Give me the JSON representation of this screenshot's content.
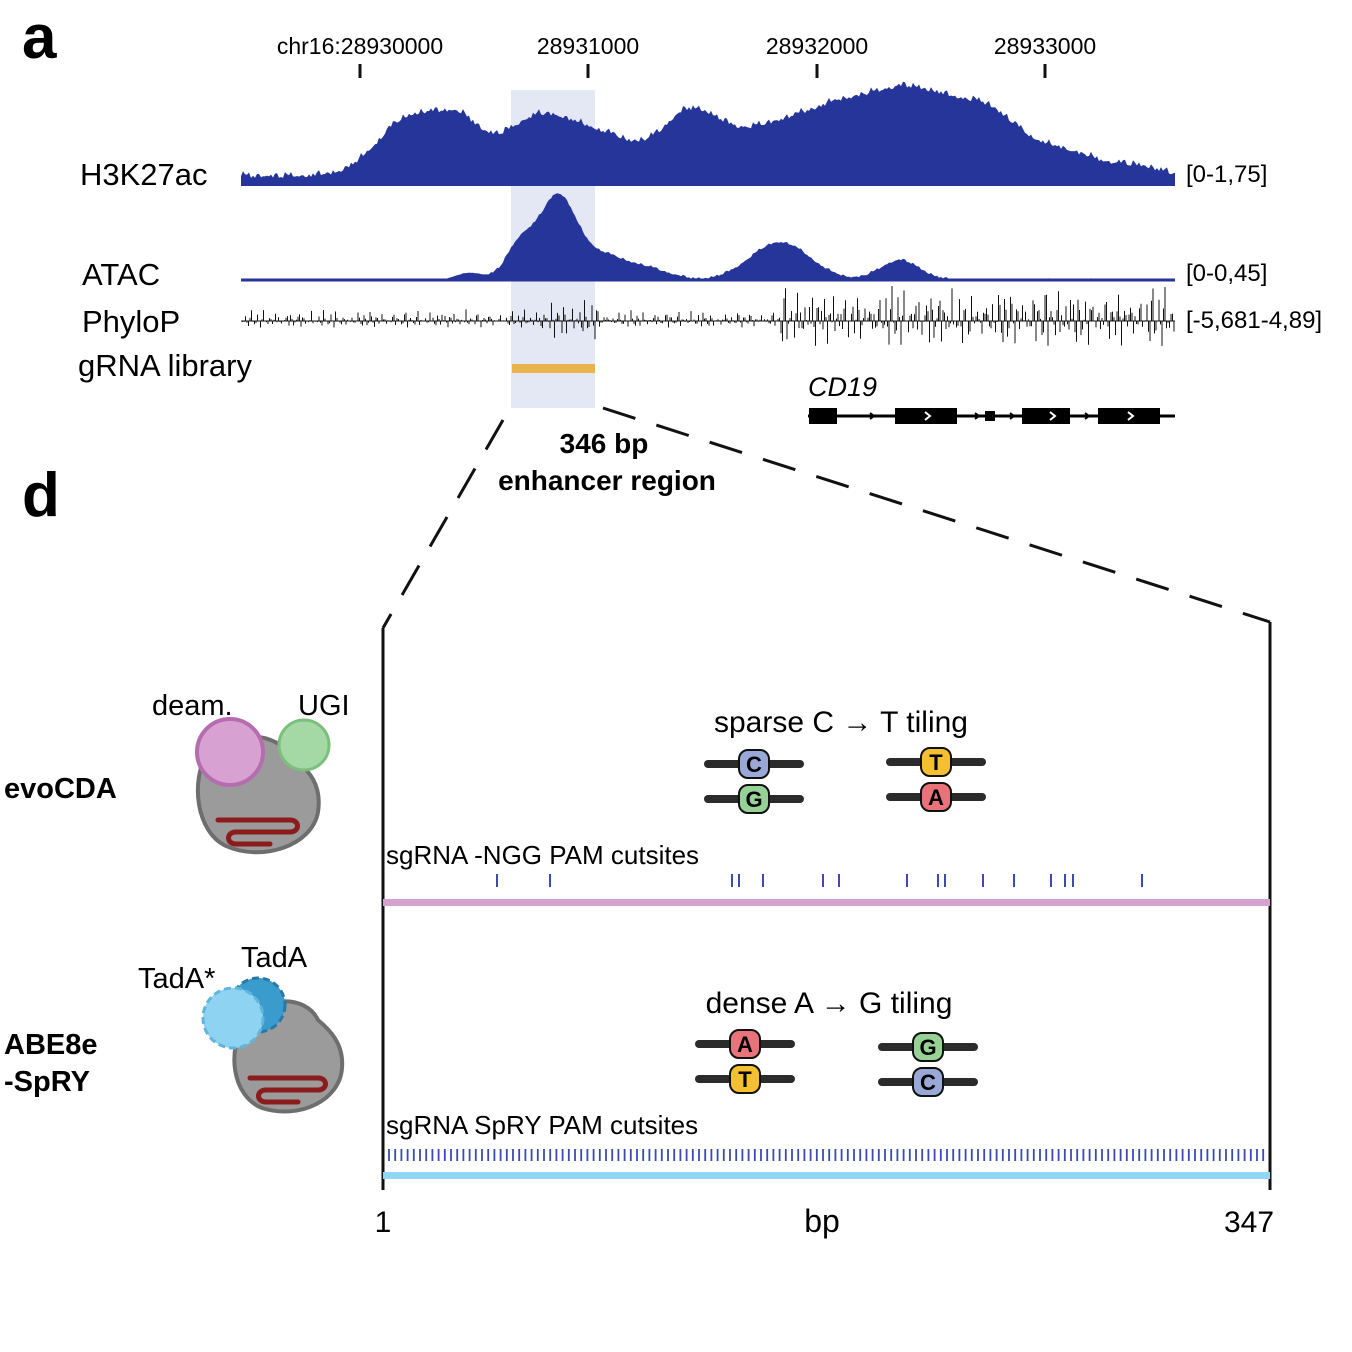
{
  "panel_a": {
    "label": "a",
    "coords": [
      "chr16:28930000",
      "28931000",
      "28932000",
      "28933000"
    ],
    "tracks": {
      "h3k27ac": {
        "label": "H3K27ac",
        "range": "[0-1,75]",
        "color": "#26359a"
      },
      "atac": {
        "label": "ATAC",
        "range": "[0-0,45]",
        "color": "#26359a"
      },
      "phylop": {
        "label": "PhyloP",
        "range": "[-5,681-4,89]",
        "color": "#111111"
      },
      "grna": {
        "label": "gRNA library",
        "color": "#e9b44c"
      }
    },
    "gene": {
      "name": "CD19"
    },
    "highlight_color": "#e4e7f4",
    "region": {
      "line1": "346 bp",
      "line2": "enhancer region"
    }
  },
  "panel_d": {
    "label": "d",
    "editors": {
      "evocda": {
        "name": "evoCDA",
        "domain1": "deam.",
        "domain2": "UGI",
        "color_domain1": "#d7a2d1",
        "color_domain2": "#a4d8a4",
        "tiling": "sparse C → T tiling",
        "bases_before": [
          "C",
          "G"
        ],
        "bases_after": [
          "T",
          "A"
        ],
        "cutsite_label": "sgRNA -NGG PAM cutsites",
        "bar_color": "#d3a2cf"
      },
      "abe": {
        "name_line1": "ABE8e",
        "name_line2": "-SpRY",
        "domain1": "TadA*",
        "domain2": "TadA",
        "color_domain1": "#8fd3f2",
        "color_domain2": "#3a9ccc",
        "tiling": "dense A → G tiling",
        "bases_before": [
          "A",
          "T"
        ],
        "bases_after": [
          "G",
          "C"
        ],
        "cutsite_label": "sgRNA SpRY PAM cutsites",
        "bar_color": "#8fd7f2"
      }
    },
    "axis": {
      "start": "1",
      "end": "347",
      "unit": "bp"
    },
    "base_colors": {
      "A": "#e8737a",
      "C": "#9aa8d8",
      "G": "#96d196",
      "T": "#f5c02f"
    }
  }
}
